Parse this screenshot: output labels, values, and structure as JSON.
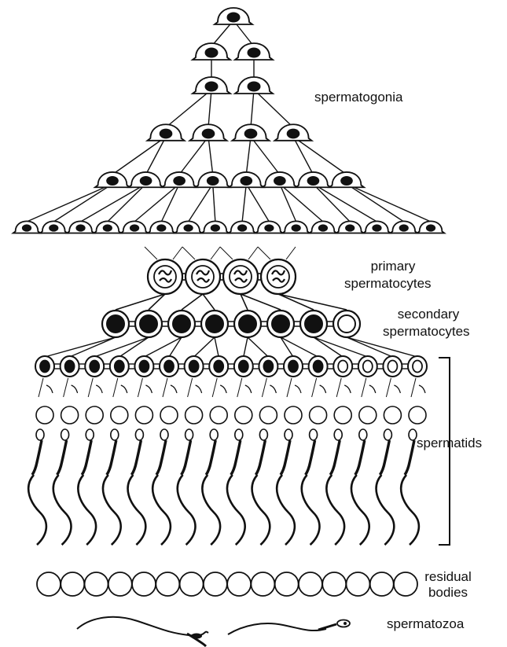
{
  "labels": {
    "spermatogonia": "spermatogonia",
    "primary_1": "primary",
    "primary_2": "spermatocytes",
    "secondary_1": "secondary",
    "secondary_2": "spermatocytes",
    "spermatids": "spermatids",
    "residual_1": "residual",
    "residual_2": "bodies",
    "spermatozoa": "spermatozoa"
  },
  "stages": {
    "spermatogonia_row_counts": [
      1,
      2,
      2,
      4,
      8,
      16
    ],
    "primary_spermatocytes": 4,
    "secondary_spermatocytes": 8,
    "spermatids": 16,
    "residual_bodies": 16,
    "spermatozoa_shown": 2
  },
  "colors": {
    "ink": "#111111",
    "paper": "#ffffff"
  }
}
